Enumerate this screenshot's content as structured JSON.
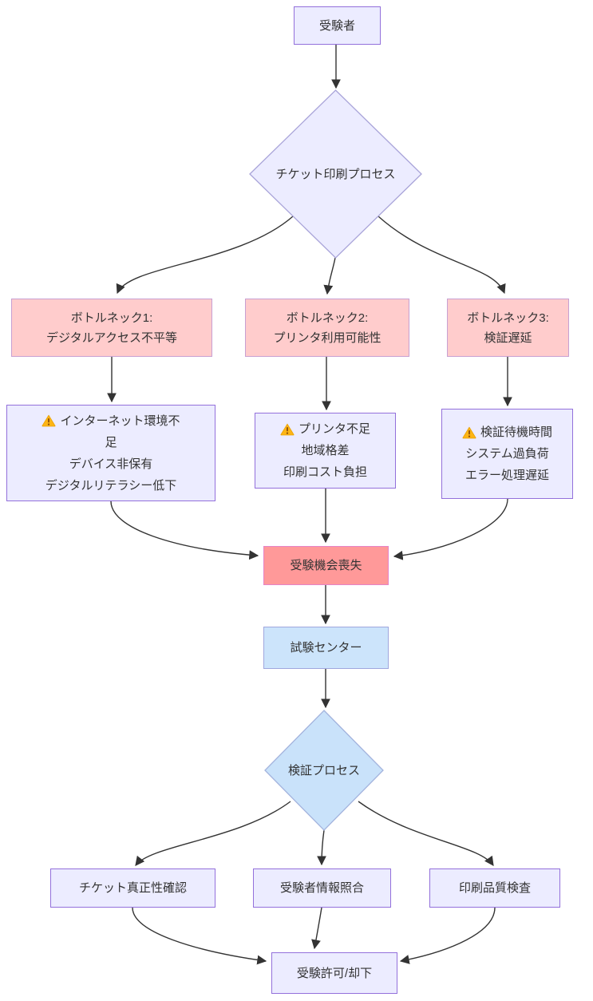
{
  "diagram": {
    "type": "flowchart",
    "colors": {
      "background": "#ffffff",
      "lavender_fill": "#ECECFF",
      "lavender_border": "#9370DB",
      "pink_fill": "#FFCCCC",
      "pink_border": "#C8A0D2",
      "red_fill": "#FF9999",
      "red_border": "#E583C8",
      "blue_fill": "#CCE4FB",
      "blue_border": "#A0A7DE",
      "diamond2_fill": "#C9E2FA",
      "edge_color": "#333333",
      "warning_icon_fill": "#FDB515"
    },
    "nodes": {
      "examinee": {
        "label": "受験者"
      },
      "ticket_print_process": {
        "label": "チケット印刷プロセス"
      },
      "bottleneck1": {
        "lines": [
          "ボトルネック1:",
          "デジタルアクセス不平等"
        ]
      },
      "bottleneck2": {
        "lines": [
          "ボトルネック2:",
          "プリンタ利用可能性"
        ]
      },
      "bottleneck3": {
        "lines": [
          "ボトルネック3:",
          "検証遅延"
        ]
      },
      "issue1": {
        "icon": "warning-icon",
        "lines": [
          "インターネット環境不",
          "足",
          "デバイス非保有",
          "デジタルリテラシー低下"
        ]
      },
      "issue2": {
        "icon": "warning-icon",
        "lines": [
          "プリンタ不足",
          "地域格差",
          "印刷コスト負担"
        ]
      },
      "issue3": {
        "icon": "warning-icon",
        "lines": [
          "検証待機時間",
          "システム過負荷",
          "エラー処理遅延"
        ]
      },
      "opportunity_loss": {
        "label": "受験機会喪失"
      },
      "test_center": {
        "label": "試験センター"
      },
      "verification_process": {
        "label": "検証プロセス"
      },
      "ticket_authenticity": {
        "label": "チケット真正性確認"
      },
      "examinee_info_match": {
        "label": "受験者情報照合"
      },
      "print_quality_check": {
        "label": "印刷品質検査"
      },
      "admission_decision": {
        "label": "受験許可/却下"
      }
    }
  }
}
